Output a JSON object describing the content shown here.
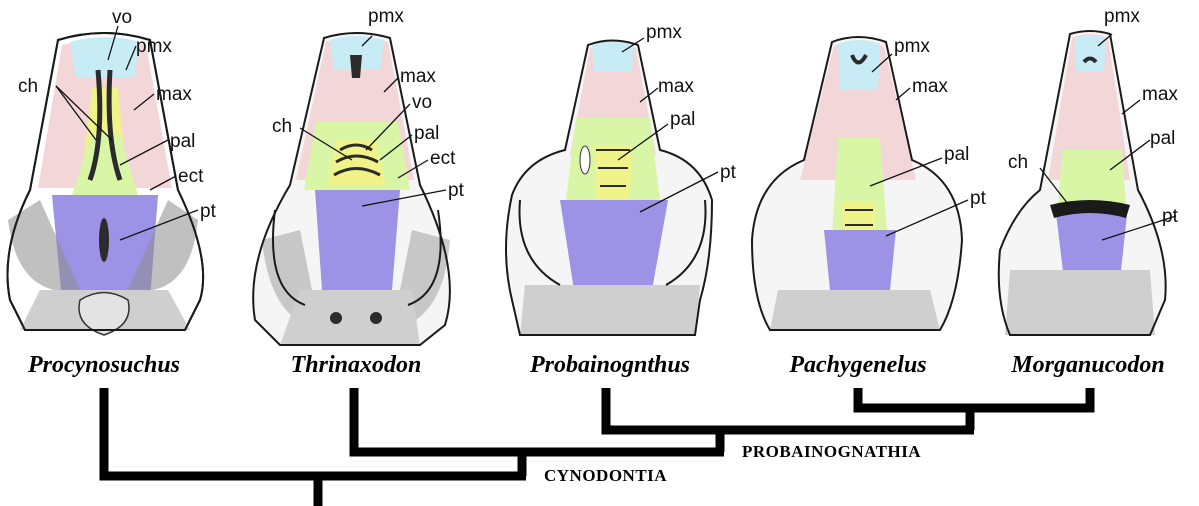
{
  "colors": {
    "premaxilla": "#c8ecf6",
    "maxilla": "#f3d6d8",
    "palatine": "#d9f5a6",
    "pterygoid": "#9d93e6",
    "vomer_choana": "#f0f28a",
    "bone_gray": "#cfcfcf",
    "dark": "#2b2b2b"
  },
  "taxa": [
    {
      "name": "Procynosuchus",
      "labels": [
        "vo",
        "pmx",
        "ch",
        "max",
        "pal",
        "ect",
        "pt"
      ]
    },
    {
      "name": "Thrinaxodon",
      "labels": [
        "pmx",
        "max",
        "vo",
        "ch",
        "pal",
        "ect",
        "pt"
      ]
    },
    {
      "name": "Probainognthus",
      "labels": [
        "pmx",
        "max",
        "pal",
        "pt"
      ]
    },
    {
      "name": "Pachygenelus",
      "labels": [
        "pmx",
        "max",
        "pal",
        "pt"
      ]
    },
    {
      "name": "Morganucodon",
      "labels": [
        "pmx",
        "max",
        "ch",
        "pal",
        "pt"
      ]
    }
  ],
  "clades": {
    "cynodontia": "CYNODONTIA",
    "probainognathia": "PROBAINOGNATHIA"
  }
}
